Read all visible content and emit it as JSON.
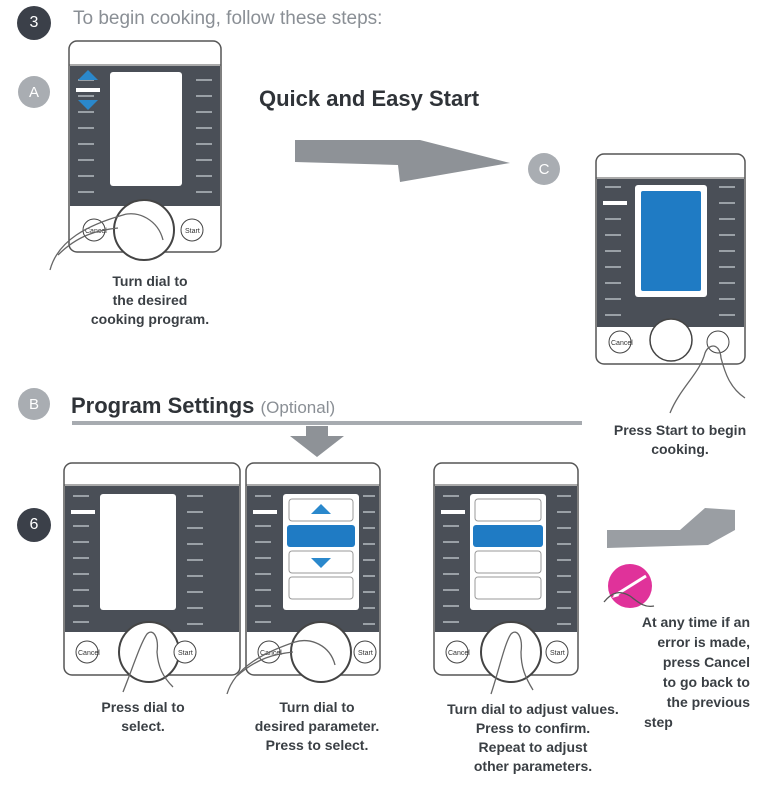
{
  "step_numbers": {
    "top": "3",
    "middle": "6"
  },
  "labels": {
    "a": "A",
    "b": "B",
    "c": "C"
  },
  "intro": "To begin cooking, follow these steps:",
  "quick_start": {
    "title": "Quick and Easy Start"
  },
  "program_settings": {
    "title": "Program Settings",
    "optional": "(Optional)"
  },
  "device": {
    "cancel_label": "Cancel",
    "start_label": "Start"
  },
  "captions": {
    "a": [
      "Turn dial to",
      "the desired",
      "cooking program."
    ],
    "c": [
      "Press Start to begin",
      "cooking."
    ],
    "b1": [
      "Press dial to",
      "select."
    ],
    "b2": [
      "Turn dial to",
      "desired parameter.",
      "Press to select."
    ],
    "b3": [
      "Turn dial to adjust values.",
      "Press to confirm.",
      "Repeat to adjust",
      "other parameters."
    ]
  },
  "note": [
    "At any time if an",
    "error is made,",
    "press Cancel",
    "to go back to",
    "the previous",
    "step"
  ],
  "colors": {
    "panel": "#4a4f57",
    "screen_blue": "#1f7bc4",
    "highlight": "#2a88cc",
    "arrow_gray": "#9a9ea3",
    "note_pink": "#e0329a"
  },
  "icons": [
    "arrow-up-icon",
    "arrow-down-icon",
    "hand-icon",
    "pencil-icon",
    "flow-arrow-icon"
  ]
}
